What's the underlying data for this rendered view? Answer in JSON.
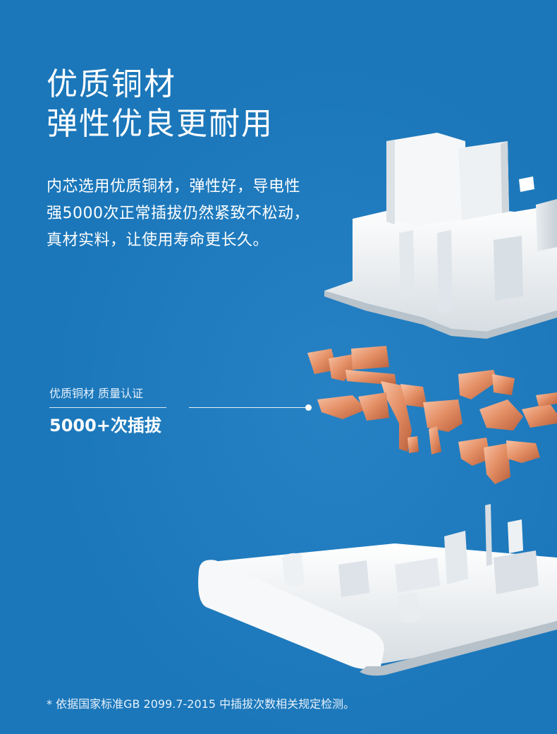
{
  "headline": {
    "line1": "优质铜材",
    "line2": "弹性优良更耐用"
  },
  "description": "内芯选用优质铜材，弹性好，导电性强5000次正常插拔仍然紧致不松动，真材实料，让使用寿命更长久。",
  "feature": {
    "caption": "优质铜材 质量认证",
    "highlight": "5000+次插拔"
  },
  "footnote": "* 依据国家标准GB 2099.7-2015 中插拔次数相关规定检测。",
  "colors": {
    "background": "#1b77ba",
    "copper": "#e8916a",
    "plastic": "#f4f4f4"
  }
}
